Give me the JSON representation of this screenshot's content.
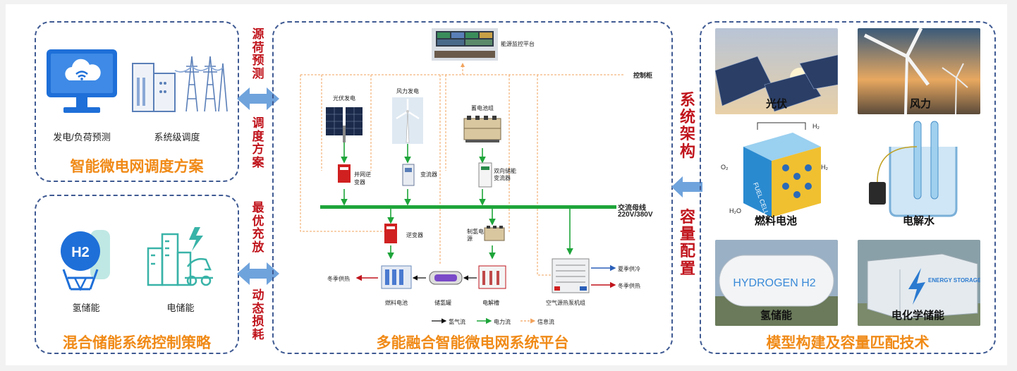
{
  "left_panel_top": {
    "title": "智能微电网调度方案",
    "icon1_label": "发电/负荷预测",
    "icon2_label": "系统级调度"
  },
  "left_panel_bottom": {
    "title": "混合储能系统控制策略",
    "icon1_label": "氢储能",
    "icon2_label": "电储能"
  },
  "connector_left_top": {
    "upper": "源荷预测",
    "lower": "调度方案"
  },
  "connector_left_bottom": {
    "upper": "最优充放",
    "lower": "动态损耗"
  },
  "center_panel": {
    "title": "多能融合智能微电网系统平台",
    "monitor": "能源监控平台",
    "control_cabinet": "控制柜",
    "pv_gen": "光伏发电",
    "wind_gen": "风力发电",
    "battery": "蓄电池组",
    "inverter": "并网逆变器",
    "converter": "变流器",
    "bi_converter": "双向储能变流器",
    "ac_bus": "交流母线",
    "ac_bus_voltage": "220V/380V",
    "rev_inverter": "逆变器",
    "h2_power": "制氢电源",
    "winter_heat_left": "冬季供热",
    "fuel_cell": "燃料电池",
    "h2_tank": "储氢罐",
    "electrolyzer": "电解槽",
    "heat_pump": "空气源热泵机组",
    "summer_cool": "夏季供冷",
    "winter_heat_right": "冬季供热",
    "legend": {
      "h2": "氢气流",
      "power": "电力流",
      "info": "信息流"
    }
  },
  "connector_right": {
    "upper": "系统架构",
    "lower": "容量配置"
  },
  "right_panel": {
    "title": "模型构建及容量匹配技术",
    "tiles": [
      "光伏",
      "风力",
      "燃料电池",
      "电解水",
      "氢储能",
      "电化学储能"
    ],
    "hydrogen_tank_text": "HYDROGEN H2",
    "fuel_cell_text": "FUEL CELL",
    "energy_storage_text": "ENERGY STORAGE"
  },
  "colors": {
    "title_orange": "#f08a17",
    "dashed_border": "#3f5a92",
    "accent_red": "#c0141c",
    "arrow_blue": "#6fa3dc",
    "bus_green": "#1ea53a",
    "info_orange": "#f2a35e"
  }
}
